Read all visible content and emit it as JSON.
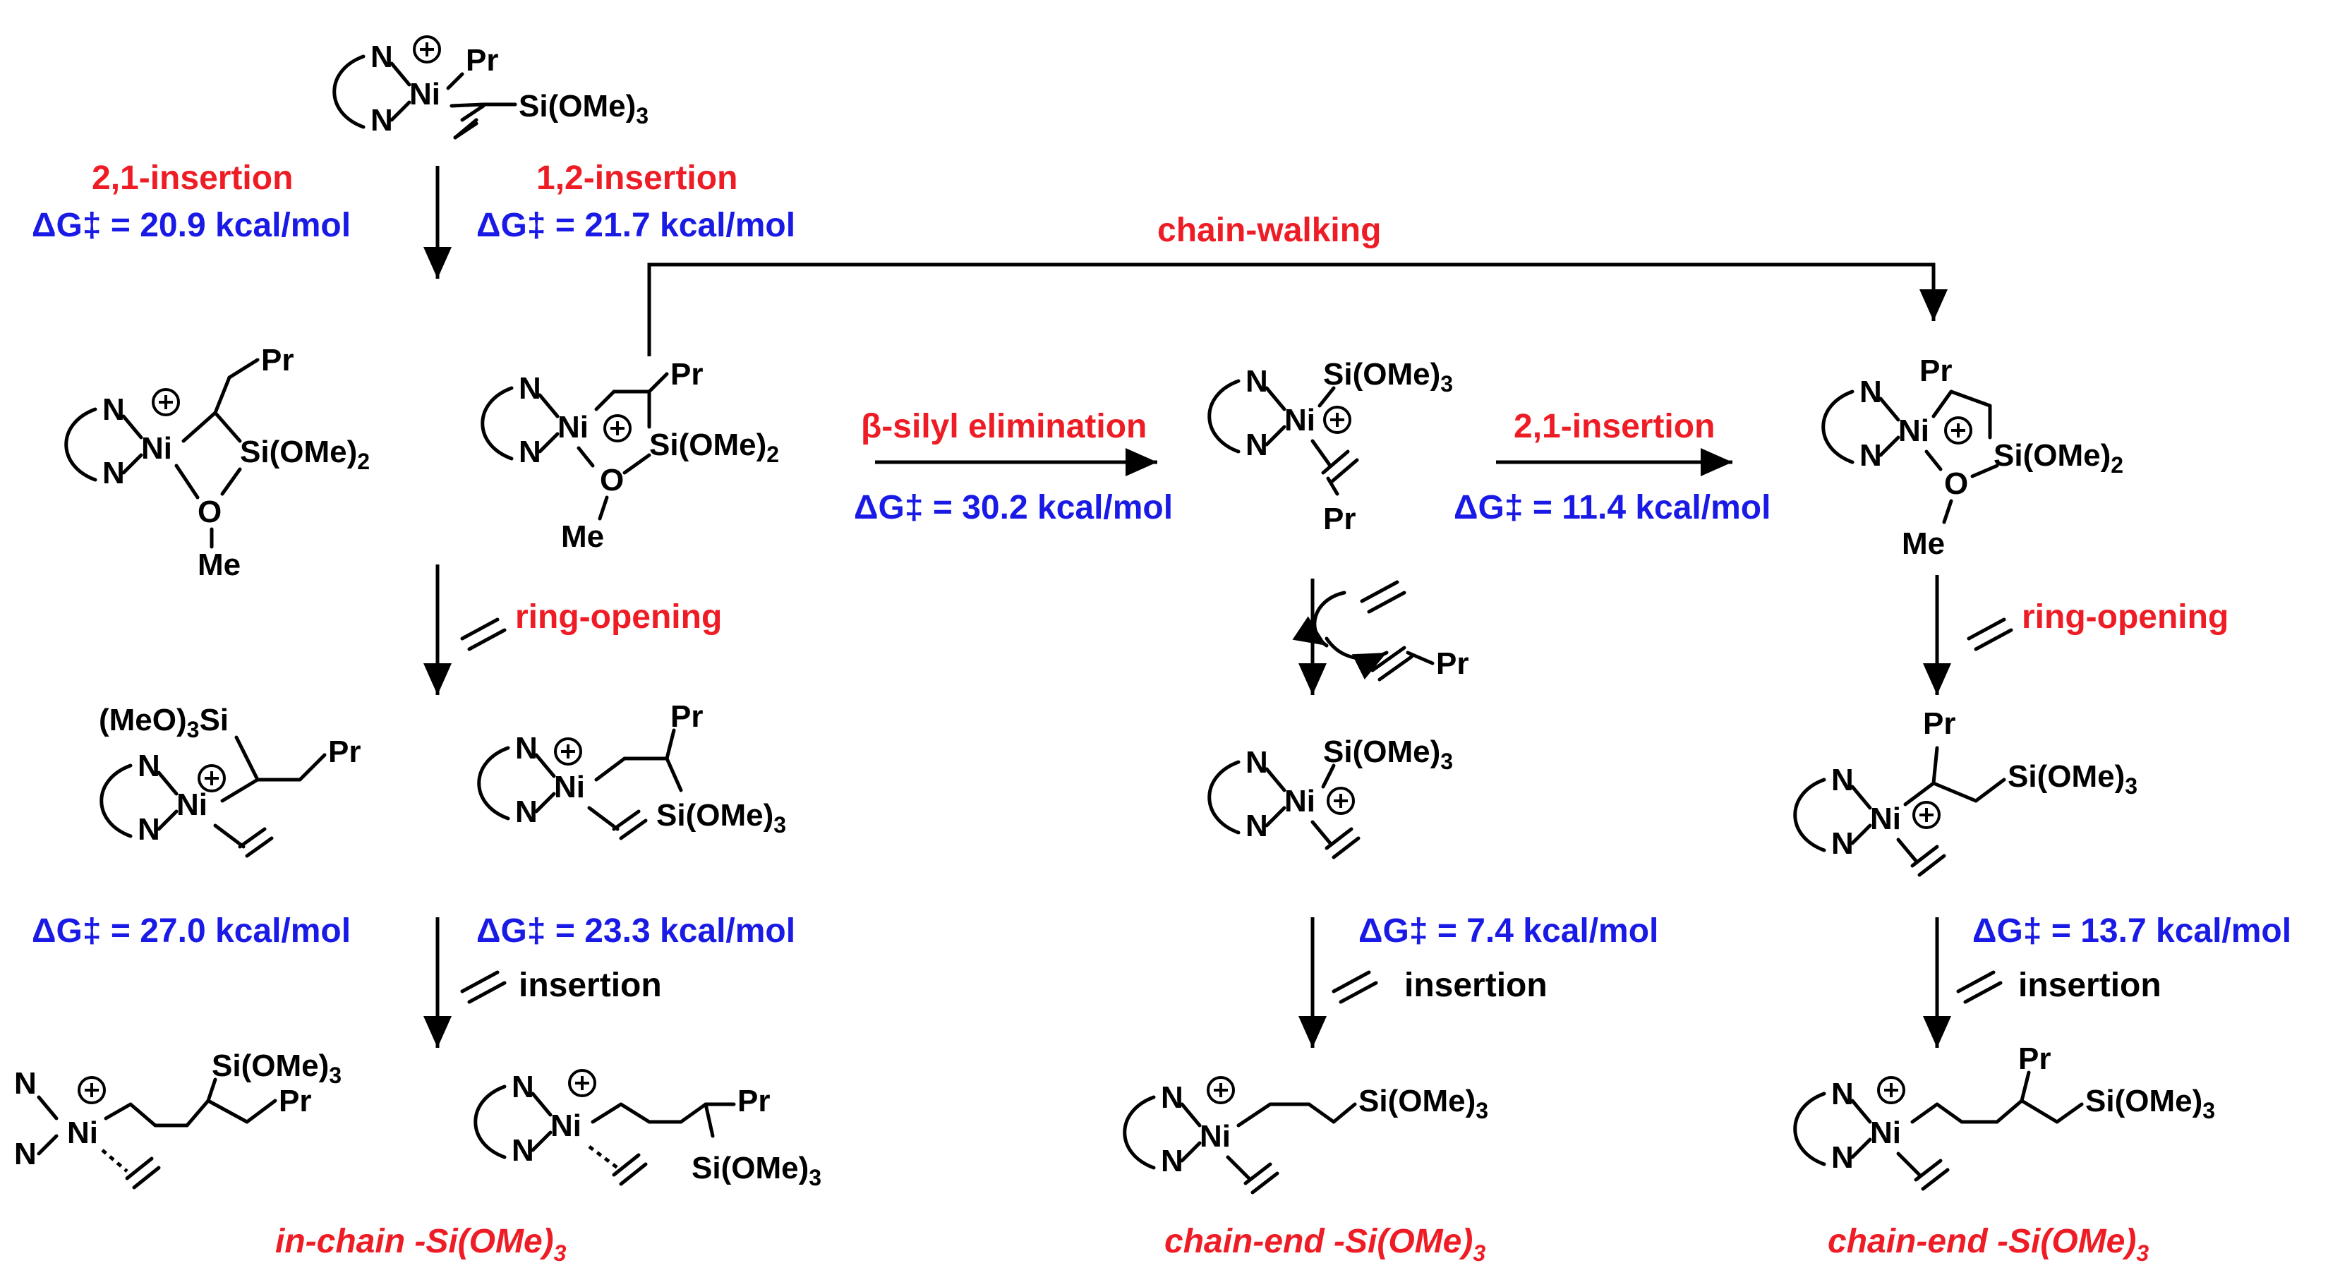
{
  "steps": {
    "ins21_top": "2,1-insertion",
    "ins12_top": "1,2-insertion",
    "dg_ins21_top": "ΔG‡ = 20.9 kcal/mol",
    "dg_ins12_top": "ΔG‡ = 21.7 kcal/mol",
    "chain_walking": "chain-walking",
    "beta_silyl": "β-silyl elimination",
    "dg_beta_silyl": "ΔG‡ = 30.2 kcal/mol",
    "ins21_mid": "2,1-insertion",
    "dg_ins21_mid": "ΔG‡ = 11.4 kcal/mol",
    "ring_opening_left": "ring-opening",
    "ring_opening_right": "ring-opening",
    "dg_row4_a": "ΔG‡ = 27.0 kcal/mol",
    "dg_row4_b": "ΔG‡ = 23.3 kcal/mol",
    "dg_row4_c": "ΔG‡ = 7.4 kcal/mol",
    "dg_row4_d": "ΔG‡ = 13.7 kcal/mol",
    "insertion_left": "insertion",
    "insertion_mid": "insertion",
    "insertion_right": "insertion"
  },
  "products": {
    "in_chain": "in-chain -Si(OMe)",
    "chain_end_mid": "chain-end -Si(OMe)",
    "chain_end_right": "chain-end -Si(OMe)",
    "subscript": "3"
  },
  "atoms": {
    "N": "N",
    "Ni": "Ni",
    "O": "O",
    "Pr": "Pr",
    "Me": "Me",
    "plus": "+",
    "SiOMe3": "Si(OMe)",
    "SiOMe2": "Si(OMe)",
    "MeO3Si_pre": "(MeO)",
    "MeO3Si_post": "Si",
    "sub2": "2",
    "sub3": "3"
  }
}
